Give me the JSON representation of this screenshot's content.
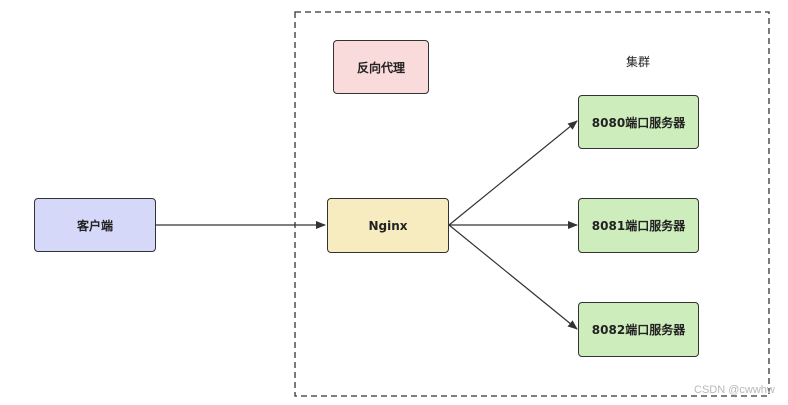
{
  "nodes": {
    "client": {
      "label": "客户端",
      "color": "#d6d8fa"
    },
    "reverse_proxy": {
      "label": "反向代理",
      "color": "#fadbdb"
    },
    "cluster": {
      "label": "集群"
    },
    "nginx": {
      "label": "Nginx",
      "color": "#f7ecc0"
    },
    "server_8080": {
      "label": "8080端口服务器",
      "color": "#cdedbc"
    },
    "server_8081": {
      "label": "8081端口服务器",
      "color": "#cdedbc"
    },
    "server_8082": {
      "label": "8082端口服务器",
      "color": "#cdedbc"
    }
  },
  "watermark": "CSDN @cwwhw",
  "colors": {
    "border": "#333333",
    "arrow": "#333333"
  }
}
